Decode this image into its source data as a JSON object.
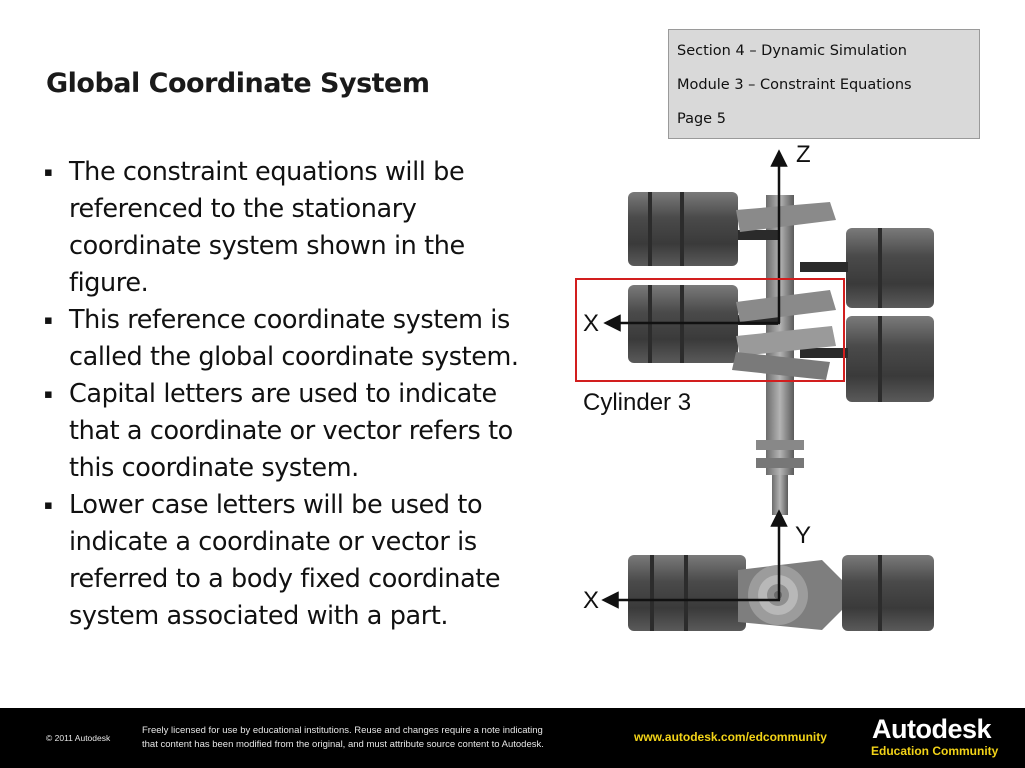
{
  "title": "Global Coordinate System",
  "section_box": {
    "section": "Section 4 – Dynamic Simulation",
    "module": "Module 3 – Constraint Equations",
    "page": "Page 5"
  },
  "bullets": [
    {
      "lines": [
        "The constraint equations will be",
        "referenced to the stationary",
        "coordinate system shown in the",
        "figure."
      ]
    },
    {
      "lines": [
        "This reference coordinate system is",
        "called the global coordinate system."
      ]
    },
    {
      "lines": [
        "Capital letters are used to indicate",
        "that a coordinate or vector refers to",
        "this coordinate system."
      ]
    },
    {
      "lines": [
        "Lower case letters will be used to",
        "indicate a coordinate or vector is",
        "referred to a body fixed coordinate",
        "system associated with a part."
      ]
    }
  ],
  "bullet_marker": "▪",
  "figure": {
    "top_view": {
      "z_label": "Z",
      "x_label": "X",
      "callout": "Cylinder 3"
    },
    "bottom_view": {
      "y_label": "Y",
      "x_label": "X"
    }
  },
  "footer": {
    "copyright": "© 2011 Autodesk",
    "license_line1": "Freely licensed for use by educational institutions. Reuse and changes require a note indicating",
    "license_line2": "that content has been modified from the original, and must attribute source content to Autodesk.",
    "url": "www.autodesk.com/edcommunity",
    "brand": "Autodesk",
    "brand_sub": "Education Community"
  },
  "colors": {
    "highlight": "#d21e1e",
    "footer_accent": "#f2d318",
    "section_box_bg": "#d9d9d9"
  }
}
